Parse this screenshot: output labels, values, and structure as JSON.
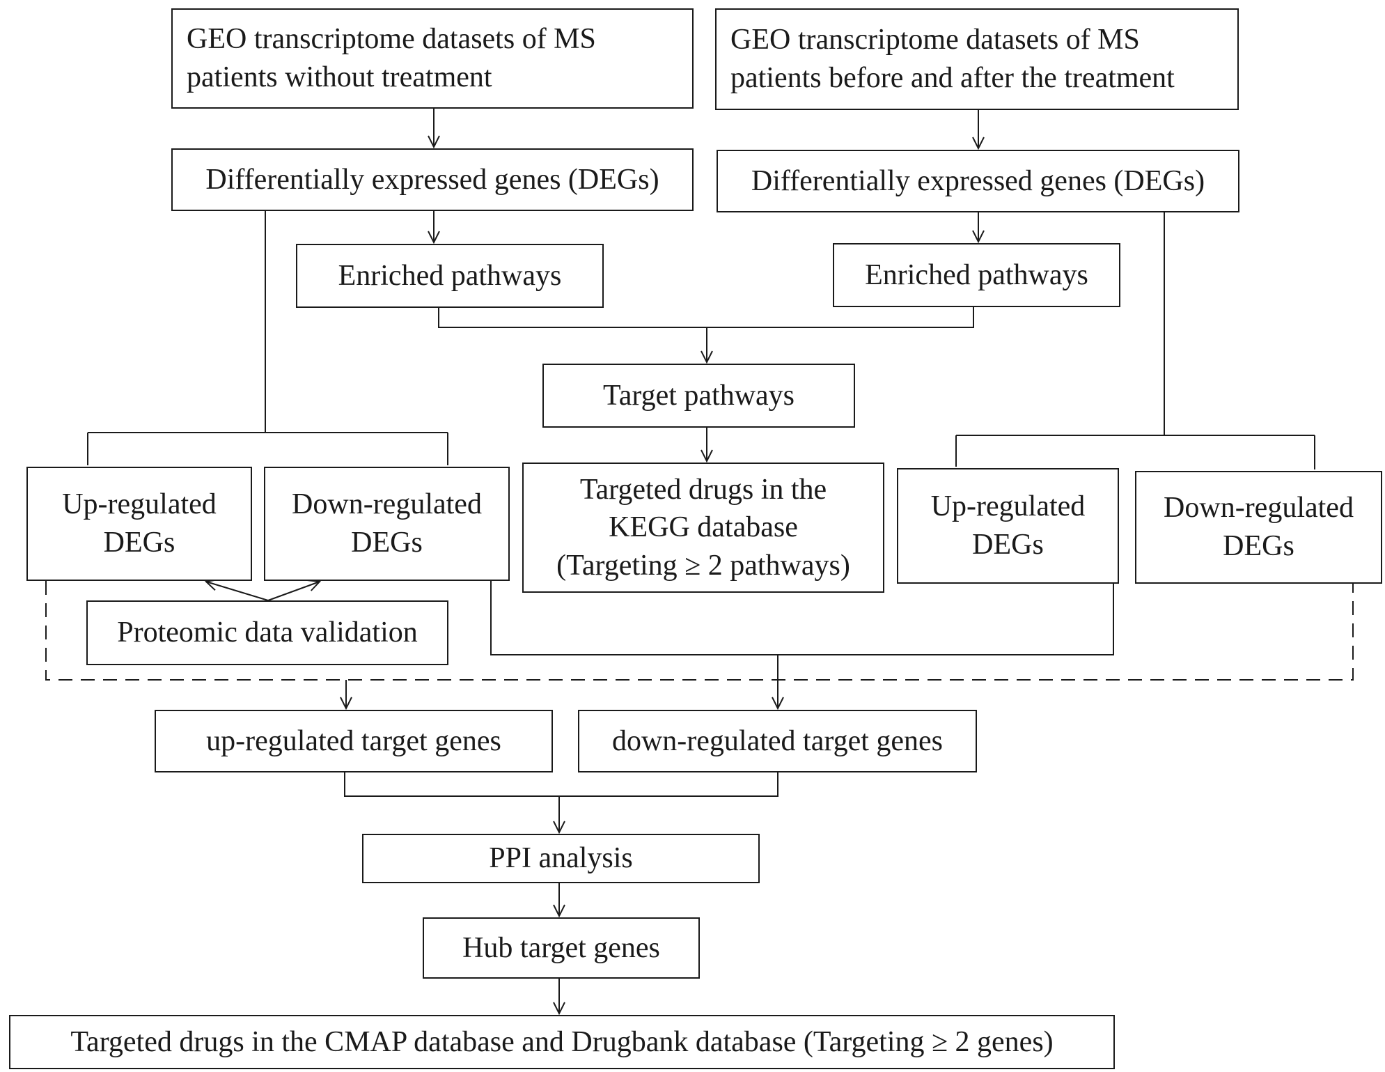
{
  "nodes": {
    "geo_untreated": {
      "line1": "GEO transcriptome datasets of MS",
      "line2": "patients without treatment"
    },
    "geo_treated": {
      "line1": "GEO transcriptome datasets of MS",
      "line2": "patients before and after the treatment"
    },
    "degs_left": "Differentially expressed genes (DEGs)",
    "degs_right": "Differentially expressed genes (DEGs)",
    "enriched_left": "Enriched pathways",
    "enriched_right": "Enriched pathways",
    "target_pathways": "Target pathways",
    "kegg_drugs": {
      "line1": "Targeted drugs in the",
      "line2": "KEGG database",
      "line3": "(Targeting ≥ 2 pathways)"
    },
    "up_left": {
      "line1": "Up-regulated",
      "line2": "DEGs"
    },
    "down_left": {
      "line1": "Down-regulated",
      "line2": "DEGs"
    },
    "up_right": {
      "line1": "Up-regulated",
      "line2": "DEGs"
    },
    "down_right": {
      "line1": "Down-regulated",
      "line2": "DEGs"
    },
    "proteomic": "Proteomic data validation",
    "up_target": "up-regulated target genes",
    "down_target": "down-regulated target genes",
    "ppi": "PPI analysis",
    "hub": "Hub target genes",
    "cmap_drugs": "Targeted drugs in the CMAP database and Drugbank database (Targeting ≥ 2 genes)"
  }
}
